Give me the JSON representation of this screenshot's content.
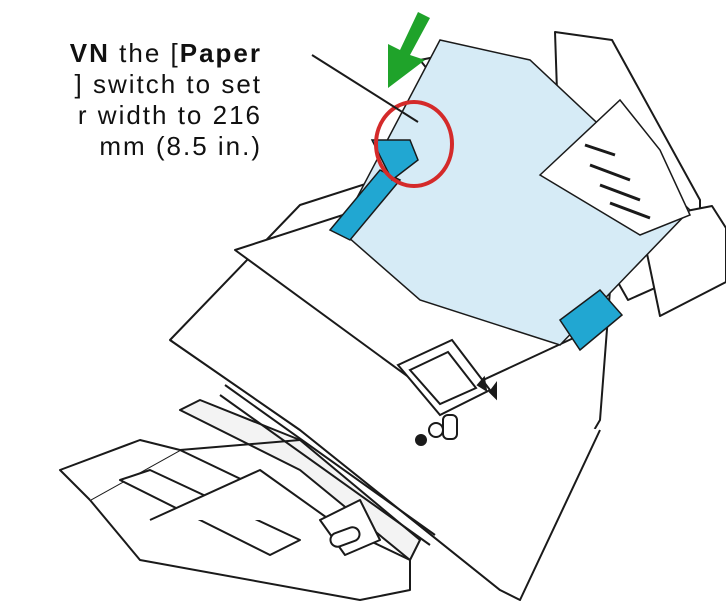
{
  "instruction": {
    "line1_bold": "VN",
    "line1_text": " the [",
    "line1_bold2": "Paper",
    "line2_text": "] switch to set",
    "line3_text": "r width to 216",
    "line4_text": "mm (8.5 in.)"
  },
  "colors": {
    "arrow": "#1fa32a",
    "highlight_circle": "#d42a2a",
    "paper_guide": "#21a7d2",
    "paper": "#d6ebf6",
    "outline": "#1a1a1a"
  },
  "icons": {
    "arrow": "green-down-left-arrow-icon",
    "circle": "red-highlight-circle-icon"
  }
}
